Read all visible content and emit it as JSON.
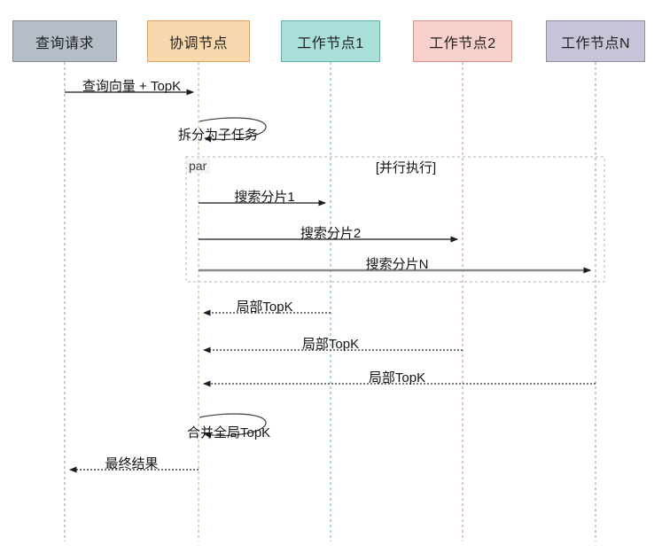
{
  "diagram": {
    "type": "sequence-diagram",
    "topic": "distributed-topk-vector-search",
    "actors": [
      {
        "id": "query",
        "label": "查询请求",
        "fill": "#b5bec7",
        "border": "#828c96",
        "lifeline_color": "#a3a8ad"
      },
      {
        "id": "coord",
        "label": "协调节点",
        "fill": "#f8d8ac",
        "border": "#e5a45c",
        "lifeline_color": "#e3ab72"
      },
      {
        "id": "worker1",
        "label": "工作节点1",
        "fill": "#a8dfd8",
        "border": "#5ab4ab",
        "lifeline_color": "#79bfba"
      },
      {
        "id": "worker2",
        "label": "工作节点2",
        "fill": "#f6d0cb",
        "border": "#e08f85",
        "lifeline_color": "#dc9a92"
      },
      {
        "id": "workerN",
        "label": "工作节点N",
        "fill": "#c6c4d6",
        "border": "#8f8daa",
        "lifeline_color": "#a5a3b8"
      }
    ],
    "fragment": {
      "operator": "par",
      "condition": "[并行执行]"
    },
    "messages": [
      {
        "label": "查询向量 + TopK",
        "from": "查询请求",
        "to": "协调节点",
        "style": "solid"
      },
      {
        "label": "拆分为子任务",
        "from": "协调节点",
        "to": "协调节点",
        "style": "self"
      },
      {
        "label": "搜索分片1",
        "from": "协调节点",
        "to": "工作节点1",
        "style": "solid",
        "group": "par"
      },
      {
        "label": "搜索分片2",
        "from": "协调节点",
        "to": "工作节点2",
        "style": "solid",
        "group": "par"
      },
      {
        "label": "搜索分片N",
        "from": "协调节点",
        "to": "工作节点N",
        "style": "solid",
        "group": "par"
      },
      {
        "label": "局部TopK",
        "from": "工作节点1",
        "to": "协调节点",
        "style": "dotted"
      },
      {
        "label": "局部TopK",
        "from": "工作节点2",
        "to": "协调节点",
        "style": "dotted"
      },
      {
        "label": "局部TopK",
        "from": "工作节点N",
        "to": "协调节点",
        "style": "dotted"
      },
      {
        "label": "合并全局TopK",
        "from": "协调节点",
        "to": "协调节点",
        "style": "self"
      },
      {
        "label": "最终结果",
        "from": "协调节点",
        "to": "查询请求",
        "style": "dotted"
      }
    ]
  }
}
